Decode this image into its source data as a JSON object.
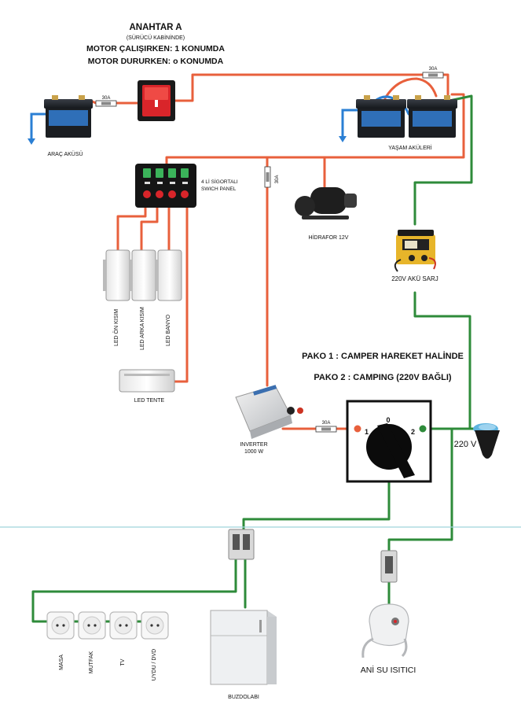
{
  "switch_a": {
    "title": "ANAHTAR A",
    "subtitle": "(SÜRÜCÜ KABİNİNDE)",
    "line1": "MOTOR ÇALIŞIRKEN: 1 KONUMDA",
    "line2": "MOTOR DURURKEN:  o KONUMDA"
  },
  "fuses": {
    "vehicle": "30A",
    "house": "30A",
    "main": "30A",
    "inverter": "30A"
  },
  "labels": {
    "vehicle_battery": "ARAÇ AKÜSÜ",
    "house_batteries": "YAŞAM AKÜLERİ",
    "switch_panel_line1": "4 Lİ SİGORTALI",
    "switch_panel_line2": "SWICH PANEL",
    "pump": "HİDRAFOR 12V",
    "charger": "220V AKÜ SARJ",
    "led_front": "LED ÖN KISIM",
    "led_rear": "LED ARKA KISIM",
    "led_bath": "LED BANYO",
    "led_awning": "LED TENTE",
    "inverter_line1": "INVERTER",
    "inverter_line2": "1000 W",
    "shore_power": "220 V",
    "fridge": "BUZDOLABI",
    "water_heater": "ANİ SU ISITICI"
  },
  "modes": {
    "pako1": "PAKO 1 : CAMPER HAREKET HALİNDE",
    "pako2": "PAKO 2 : CAMPING (220V BAĞLI)"
  },
  "selector": {
    "pos0": "0",
    "pos1": "1",
    "pos2": "2"
  },
  "sockets": [
    "MASA",
    "MUTFAK",
    "TV",
    "UYDU / DVD"
  ],
  "colors": {
    "dc_wire": "#e8603c",
    "ac_wire": "#2e8b3a",
    "ground_wire": "#2a7fd4",
    "divider": "#9fd4dc"
  }
}
